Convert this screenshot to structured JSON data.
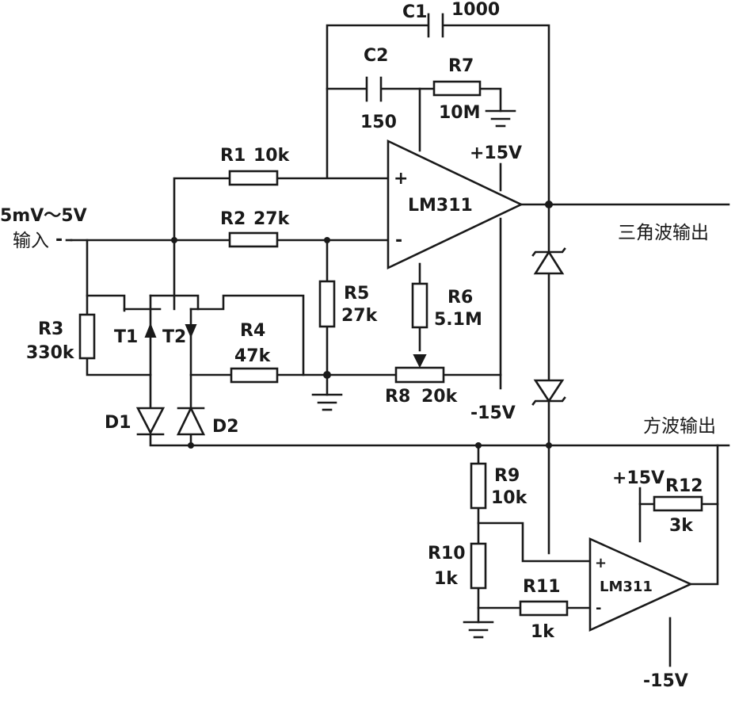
{
  "input": {
    "range": "5mV～5V",
    "label": "输入"
  },
  "outputs": {
    "triangle": "三角波输出",
    "square": "方波输出"
  },
  "opamp_top": {
    "label": "LM311",
    "supply_pos": "+15V",
    "supply_neg": "-15V",
    "in_plus": "+",
    "in_minus": "-"
  },
  "opamp_bottom": {
    "label": "LM311",
    "supply_pos": "+15V",
    "supply_neg": "-15V",
    "in_plus": "+",
    "in_minus": "-"
  },
  "capacitors": {
    "c1": {
      "name": "C1",
      "value": "1000"
    },
    "c2": {
      "name": "C2",
      "value": "150"
    }
  },
  "resistors": {
    "r1": {
      "name": "R1",
      "value": "10k"
    },
    "r2": {
      "name": "R2",
      "value": "27k"
    },
    "r3": {
      "name": "R3",
      "value": "330k"
    },
    "r4": {
      "name": "R4",
      "value": "47k"
    },
    "r5": {
      "name": "R5",
      "value": "27k"
    },
    "r6": {
      "name": "R6",
      "value": "5.1M"
    },
    "r7": {
      "name": "R7",
      "value": "10M"
    },
    "r8": {
      "name": "R8",
      "value": "20k"
    },
    "r9": {
      "name": "R9",
      "value": "10k"
    },
    "r10": {
      "name": "R10",
      "value": "1k"
    },
    "r11": {
      "name": "R11",
      "value": "1k"
    },
    "r12": {
      "name": "R12",
      "value": "3k"
    }
  },
  "transistors": {
    "t1": "T1",
    "t2": "T2"
  },
  "diodes": {
    "d1": "D1",
    "d2": "D2"
  }
}
